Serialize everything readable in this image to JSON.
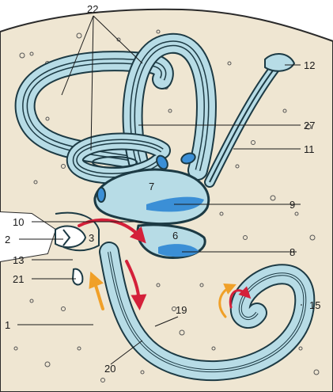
{
  "labels": {
    "n22": "22",
    "n12": "12",
    "n27": "27",
    "n11": "11",
    "n7": "7",
    "n9": "9",
    "n10": "10",
    "n2": "2",
    "n3": "3",
    "n6": "6",
    "n8": "8",
    "n13": "13",
    "n21": "21",
    "n15": "15",
    "n1": "1",
    "n19": "19",
    "n20": "20"
  },
  "colors": {
    "bone": "#efe6d2",
    "duct_fill": "#b7dce6",
    "duct_outline": "#1c3a44",
    "membrane_highlight": "#3b8fd6",
    "flow_red": "#d4203a",
    "flow_orange": "#f0a028"
  }
}
